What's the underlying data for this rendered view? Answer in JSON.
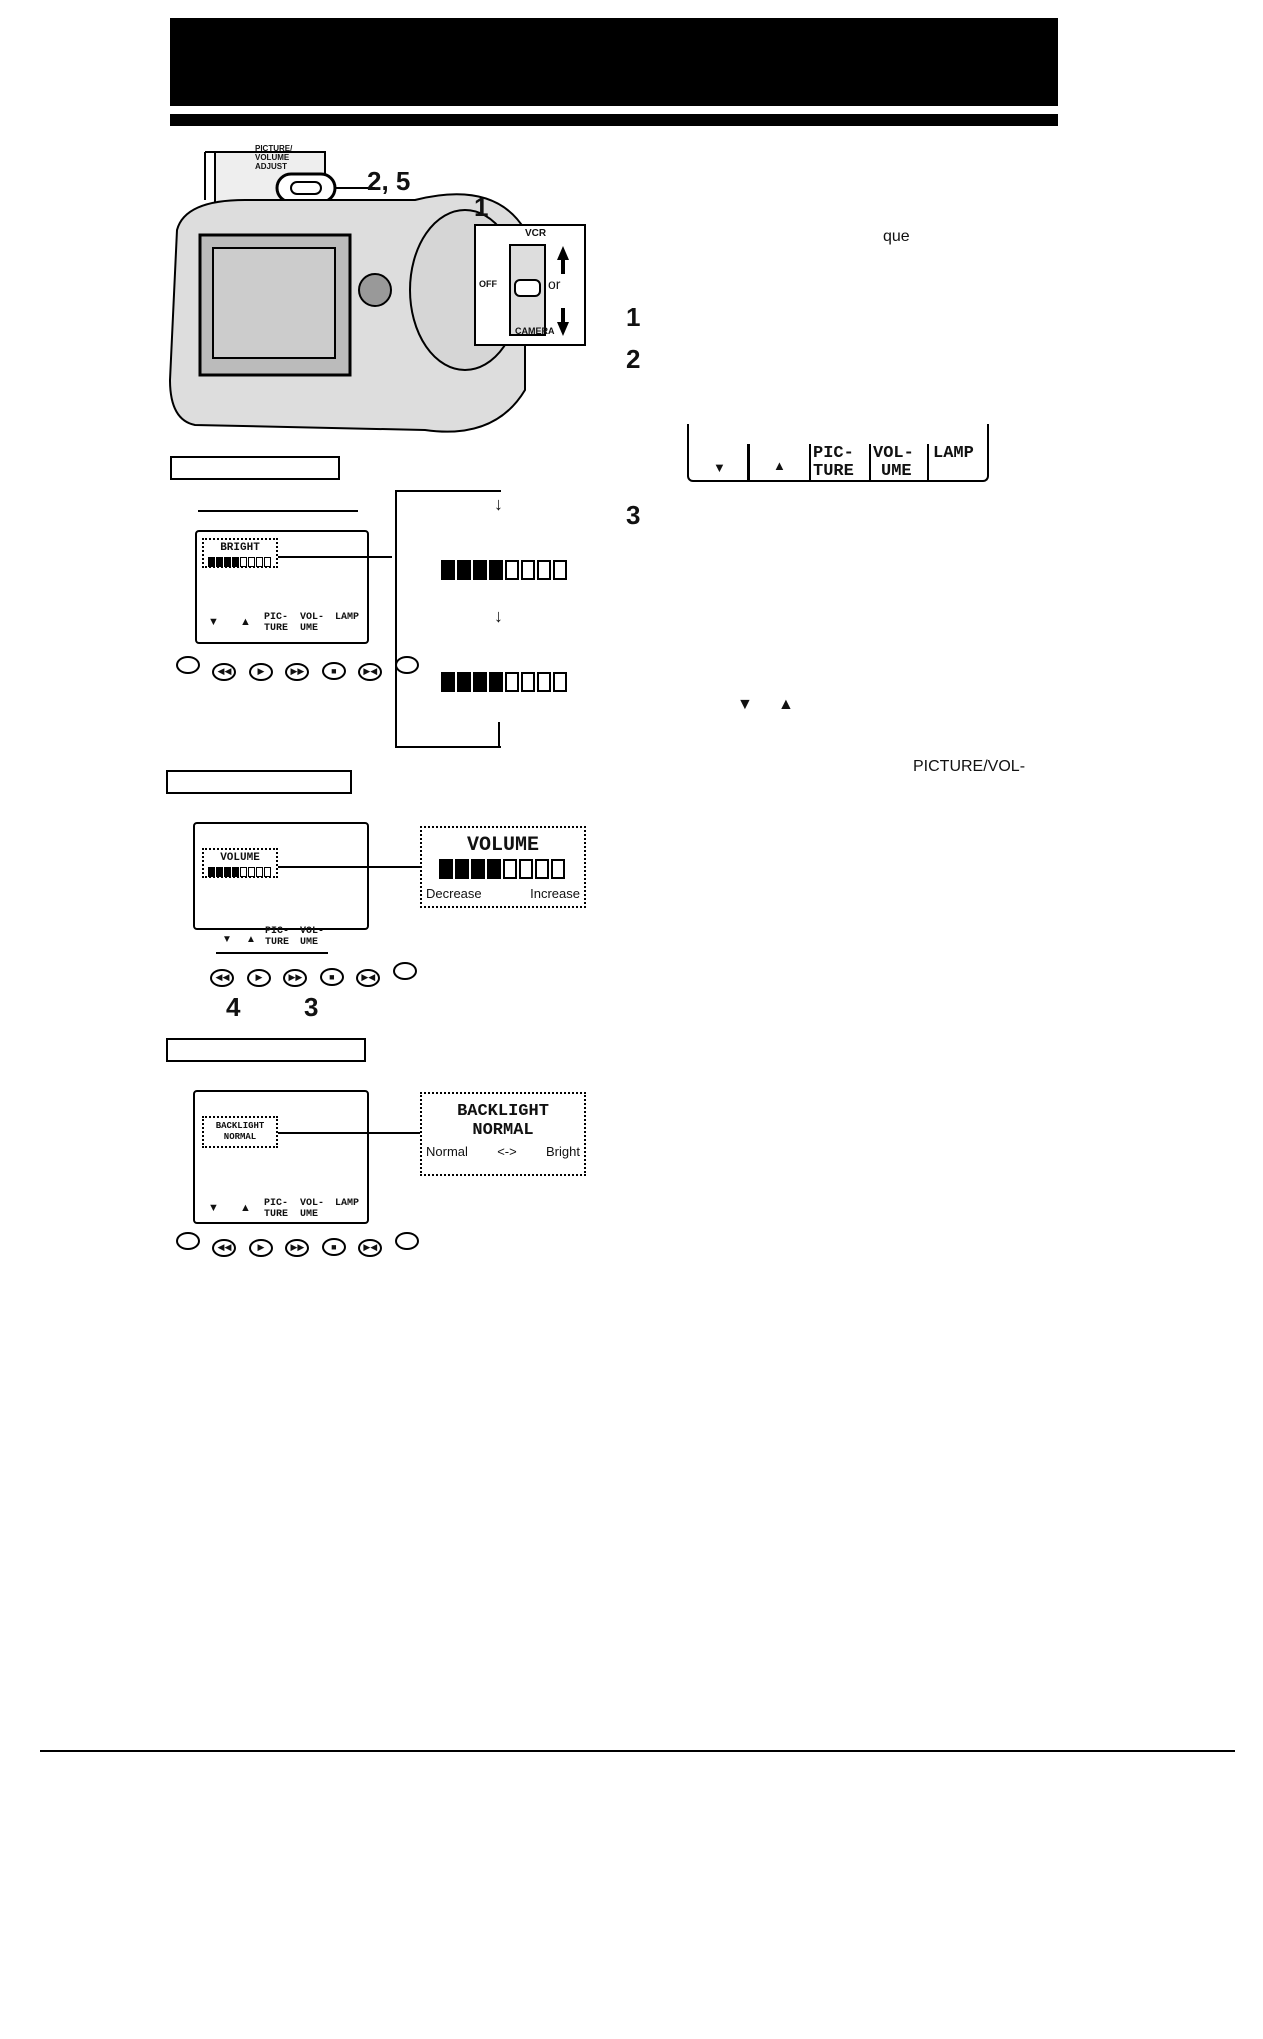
{
  "camera_figure": {
    "callout_top": "2, 5",
    "callout_switch": "1",
    "button_label": "PICTURE/ VOLUME ADJUST",
    "switch_top": "VCR",
    "switch_off": "OFF",
    "switch_or": "or",
    "switch_bottom": "CAMERA"
  },
  "picture_section": {
    "osd_title": "BRIGHT",
    "level_on": 4,
    "level_total": 8,
    "menu": [
      "PIC-\nTURE",
      "VOL-\nUME",
      "LAMP"
    ]
  },
  "volume_section": {
    "osd_title": "VOLUME",
    "big_title": "VOLUME",
    "decrease": "Decrease",
    "increase": "Increase",
    "menu": [
      "PIC-\nTURE",
      "VOL-\nUME"
    ],
    "callout_4": "4",
    "callout_3": "3"
  },
  "backlight_section": {
    "osd_line1": "BACKLIGHT",
    "osd_line2": "NORMAL",
    "big_line1": "BACKLIGHT",
    "big_line2": "NORMAL",
    "normal": "Normal",
    "arrow": "<->",
    "bright": "Bright",
    "menu": [
      "PIC-\nTURE",
      "VOL-\nUME",
      "LAMP"
    ]
  },
  "right_column": {
    "frag_que": "que",
    "step1": "1",
    "step2": "2",
    "step3": "3",
    "strip_pic": "PIC-",
    "strip_ture": "TURE",
    "strip_vol": "VOL-",
    "strip_ume": "UME",
    "strip_lamp": "LAMP",
    "frag_picvol": "PICTURE/VOL-"
  },
  "glyphs": {
    "down_tri": "▼",
    "up_tri": "▲",
    "down_arrow": "↓"
  }
}
